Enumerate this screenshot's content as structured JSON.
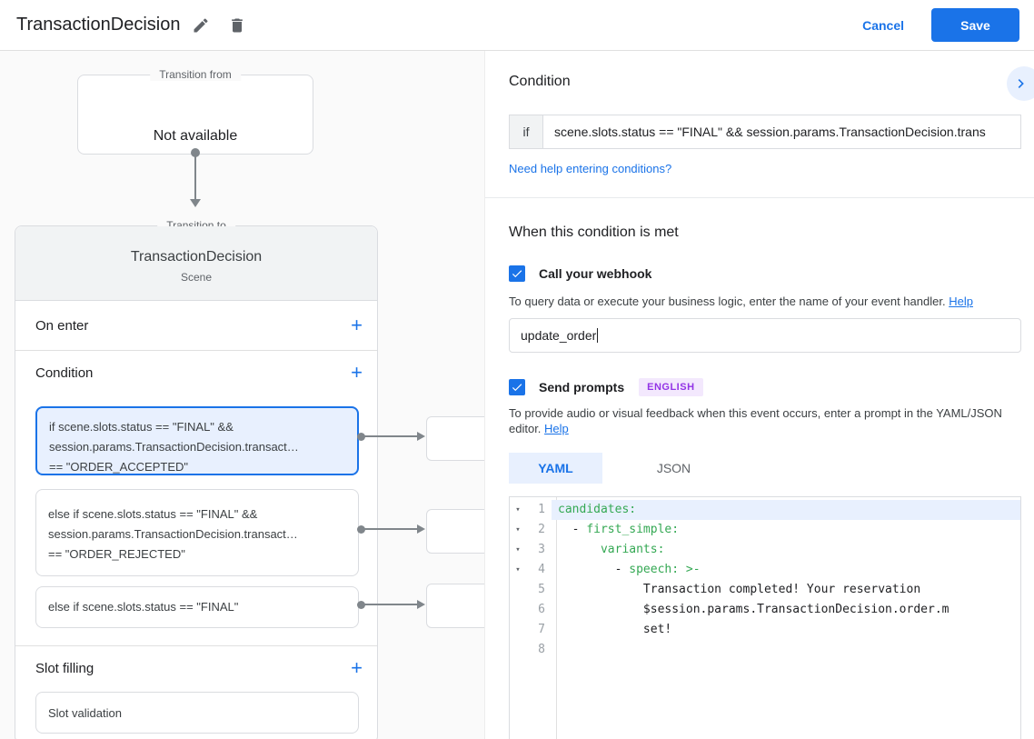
{
  "header": {
    "title": "TransactionDecision",
    "cancel_label": "Cancel",
    "save_label": "Save"
  },
  "icons": {
    "edit": "pencil-icon",
    "delete": "trash-icon",
    "add": "+",
    "checkbox_checked": "checkmark-icon",
    "expand": "chevron-right-icon",
    "fold": "▾"
  },
  "colors": {
    "accent_blue": "#1a73e8",
    "selected_card_bg": "#e8f0fe",
    "selected_card_border": "#1a73e8",
    "yaml_key_green": "#34a853",
    "badge_text": "#9334e6",
    "badge_bg": "#f3e8fd",
    "canvas_bg": "#fafafa"
  },
  "canvas": {
    "transition_from": {
      "legend": "Transition from",
      "content": "Not available"
    },
    "transition_to": {
      "legend": "Transition to",
      "title": "TransactionDecision",
      "subtitle": "Scene",
      "on_enter_label": "On enter",
      "condition_label": "Condition",
      "slot_filling_label": "Slot filling",
      "conditions": [
        {
          "selected": true,
          "lines": [
            "if scene.slots.status == \"FINAL\" &&",
            "session.params.TransactionDecision.transact…",
            "== \"ORDER_ACCEPTED\""
          ]
        },
        {
          "selected": false,
          "lines": [
            "else if scene.slots.status == \"FINAL\" &&",
            "session.params.TransactionDecision.transact…",
            "== \"ORDER_REJECTED\""
          ]
        },
        {
          "selected": false,
          "lines": [
            "else if scene.slots.status == \"FINAL\""
          ]
        }
      ],
      "slot_card_label": "Slot validation"
    }
  },
  "panel": {
    "condition": {
      "heading": "Condition",
      "if_label": "if",
      "if_value": "scene.slots.status == \"FINAL\" && session.params.TransactionDecision.trans",
      "help_link": "Need help entering conditions?"
    },
    "when_met": {
      "heading": "When this condition is met",
      "webhook": {
        "label": "Call your webhook",
        "checked": true,
        "description": "To query data or execute your business logic, enter the name of your event handler.",
        "help_link": "Help",
        "value": "update_order"
      },
      "prompts": {
        "label": "Send prompts",
        "checked": true,
        "badge": "ENGLISH",
        "description": "To provide audio or visual feedback when this event occurs, enter a prompt in the YAML/JSON editor.",
        "help_link": "Help",
        "tabs": [
          {
            "label": "YAML",
            "active": true
          },
          {
            "label": "JSON",
            "active": false
          }
        ],
        "editor": {
          "lines": [
            {
              "num": 1,
              "fold": true,
              "highlight": true,
              "tokens": [
                {
                  "text": "candidates:",
                  "type": "key"
                }
              ]
            },
            {
              "num": 2,
              "fold": true,
              "tokens": [
                {
                  "text": "  ",
                  "type": "plain"
                },
                {
                  "text": "- ",
                  "type": "punct"
                },
                {
                  "text": "first_simple:",
                  "type": "key"
                }
              ]
            },
            {
              "num": 3,
              "fold": true,
              "tokens": [
                {
                  "text": "      ",
                  "type": "plain"
                },
                {
                  "text": "variants:",
                  "type": "key"
                }
              ]
            },
            {
              "num": 4,
              "fold": true,
              "tokens": [
                {
                  "text": "        ",
                  "type": "plain"
                },
                {
                  "text": "- ",
                  "type": "punct"
                },
                {
                  "text": "speech: ",
                  "type": "key"
                },
                {
                  "text": ">-",
                  "type": "key"
                }
              ]
            },
            {
              "num": 5,
              "fold": false,
              "tokens": [
                {
                  "text": "            Transaction completed! Your reservation",
                  "type": "plain"
                }
              ]
            },
            {
              "num": 6,
              "fold": false,
              "tokens": [
                {
                  "text": "            $session.params.TransactionDecision.order.m",
                  "type": "plain"
                }
              ]
            },
            {
              "num": 7,
              "fold": false,
              "tokens": [
                {
                  "text": "            set!",
                  "type": "plain"
                }
              ]
            },
            {
              "num": 8,
              "fold": false,
              "tokens": []
            }
          ]
        }
      }
    }
  }
}
